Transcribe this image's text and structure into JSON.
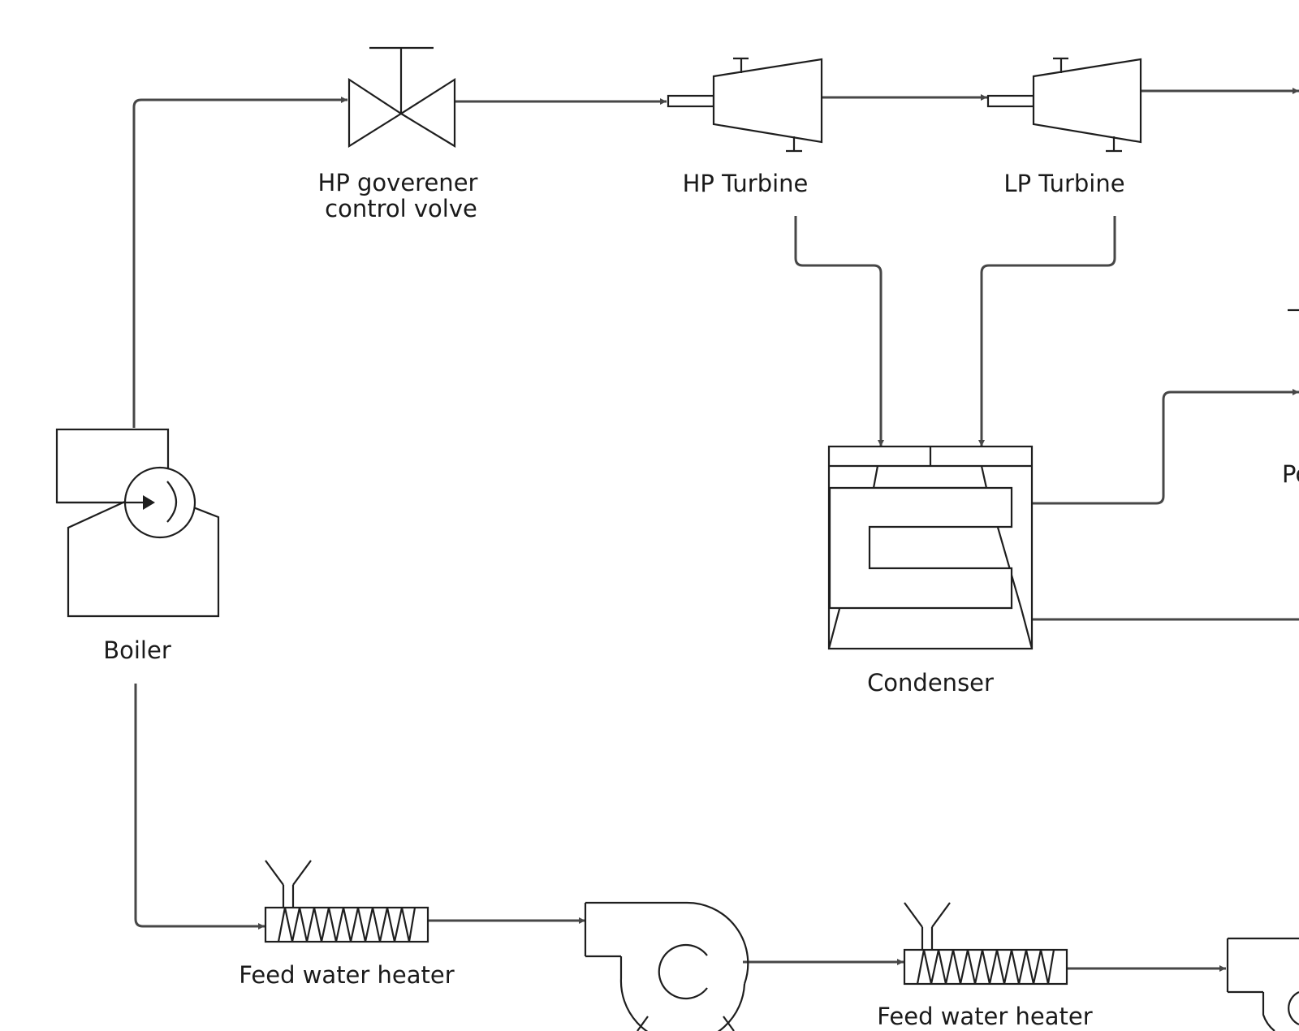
{
  "labels": {
    "boiler": "Boiler",
    "valve_line1": "HP goverener",
    "valve_line2": "control volve",
    "hp_turbine": "HP Turbine",
    "lp_turbine": "LP Turbine",
    "condenser": "Condenser",
    "feed_heater_1": "Feed water heater",
    "feed_heater_2": "Feed water heater",
    "partial_right": "Po"
  },
  "colors": {
    "flow_line": "#474747",
    "equipment_stroke": "#1e1e1e",
    "background": "#ffffff"
  }
}
